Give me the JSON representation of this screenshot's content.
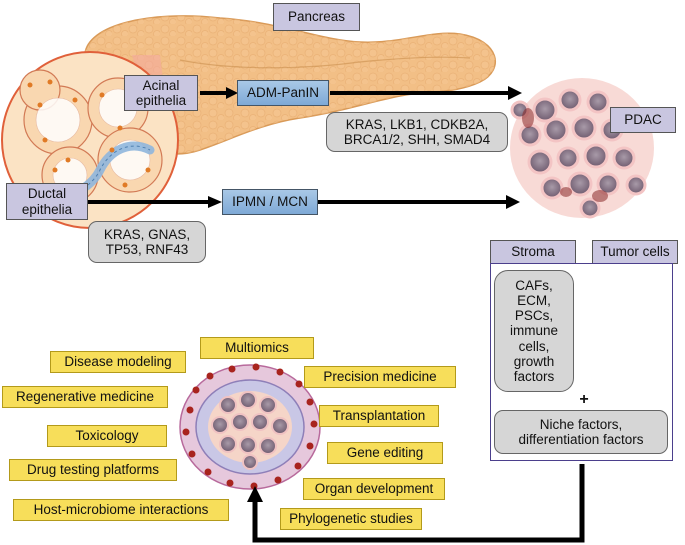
{
  "figure": {
    "pancreas_label": "Pancreas",
    "acinal_label": "Acinal epithelia",
    "ductal_label": "Ductal epithelia",
    "adm_panin_label": "ADM-PanIN",
    "ipmn_mcn_label": "IPMN / MCN",
    "pdac_label": "PDAC",
    "adm_mutations": "KRAS, LKB1, CDKB2A, BRCA1/2, SHH, SMAD4",
    "ductal_mutations": "KRAS, GNAS, TP53, RNF43"
  },
  "niche": {
    "stroma_label": "Stroma",
    "tumor_cells_label": "Tumor cells",
    "stroma_components": "CAFs, ECM, PSCs, immune cells, growth factors",
    "plus_sign": "+",
    "niche_factors": "Niche factors, differentiation factors"
  },
  "applications": [
    "Multiomics",
    "Disease modeling",
    "Precision medicine",
    "Regenerative medicine",
    "Transplantation",
    "Toxicology",
    "Gene editing",
    "Drug testing platforms",
    "Organ development",
    "Host-microbiome interactions",
    "Phylogenetic studies"
  ],
  "colors": {
    "label_purple": "#c9c6e0",
    "label_blue": "#8fb6dd",
    "application_yellow": "#f7de5a",
    "mutation_gray": "#d6d6d6",
    "pancreas_tan": "#f2bf86",
    "arrow": "#000000"
  }
}
